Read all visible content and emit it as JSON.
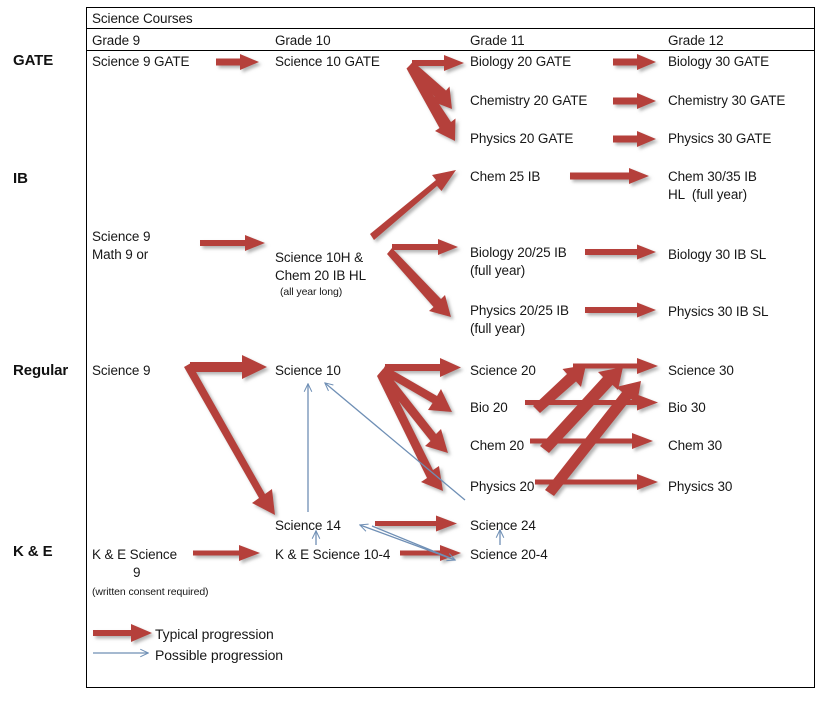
{
  "table": {
    "title": "Science Courses",
    "columns": [
      "Grade 9",
      "Grade 10",
      "Grade 11",
      "Grade 12"
    ]
  },
  "streams": [
    {
      "label": "GATE"
    },
    {
      "label": "IB"
    },
    {
      "label": "Regular"
    },
    {
      "label": "K & E"
    }
  ],
  "courses": {
    "gate": {
      "g9": "Science 9 GATE",
      "g10": "Science 10 GATE",
      "g11_biology": "Biology 20 GATE",
      "g11_chemistry": "Chemistry 20 GATE",
      "g11_physics": "Physics 20 GATE",
      "g12_biology": "Biology 30 GATE",
      "g12_chemistry": "Chemistry 30 GATE",
      "g12_physics": "Physics 30 GATE"
    },
    "ib": {
      "g9_line1": "Science 9",
      "g9_line2": "Math 9 or",
      "g10_line1": "Science 10H &",
      "g10_line2": "Chem 20 IB HL",
      "g10_note": "(all year long)",
      "g11_chem": "Chem 25 IB",
      "g11_biology_line1": "Biology 20/25 IB",
      "g11_biology_line2": "(full year)",
      "g11_physics_line1": "Physics 20/25 IB",
      "g11_physics_line2": "(full year)",
      "g12_chem_line1": "Chem 30/35 IB",
      "g12_chem_line2": "HL  (full year)",
      "g12_biology": "Biology 30 IB SL",
      "g12_physics": "Physics 30 IB SL"
    },
    "regular": {
      "g9": "Science 9",
      "g10": "Science 10",
      "g11_science": "Science 20",
      "g11_bio": "Bio 20",
      "g11_chem": "Chem 20",
      "g11_physics": "Physics 20",
      "g12_science": "Science 30",
      "g12_bio": "Bio 30",
      "g12_chem": "Chem 30",
      "g12_physics": "Physics 30",
      "g10_alt": "Science 14",
      "g11_alt": "Science 24"
    },
    "ke": {
      "g9_line1": "K & E Science",
      "g9_line2": "9",
      "g9_note": "(written consent required)",
      "g10": "K & E Science 10-4",
      "g11": "Science 20-4"
    }
  },
  "legend": [
    {
      "name": "typical-progression",
      "label": "Typical progression",
      "color": "#b5413a"
    },
    {
      "name": "possible-progression",
      "label": "Possible progression",
      "color": "#6f8fb5"
    }
  ],
  "colors": {
    "typical_arrow": "#b5413a",
    "possible_arrow": "#6f8fb5",
    "border": "#000000",
    "text": "#171717",
    "background": "#ffffff"
  }
}
